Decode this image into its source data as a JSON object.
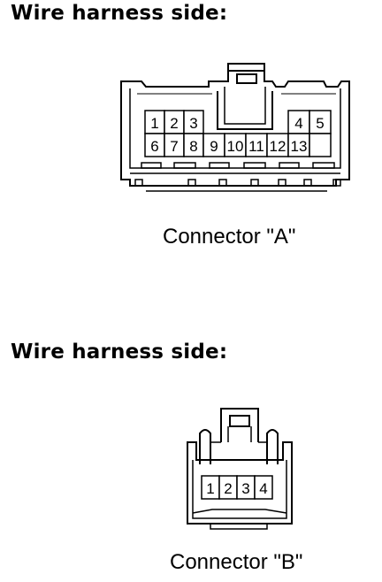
{
  "sections": [
    {
      "heading": "Wire harness side:",
      "caption": "Connector \"A\"",
      "pins": [
        "1",
        "2",
        "3",
        "4",
        "5",
        "6",
        "7",
        "8",
        "9",
        "10",
        "11",
        "12",
        "13"
      ]
    },
    {
      "heading": "Wire harness side:",
      "caption": "Connector \"B\"",
      "pins": [
        "1",
        "2",
        "3",
        "4"
      ]
    }
  ]
}
